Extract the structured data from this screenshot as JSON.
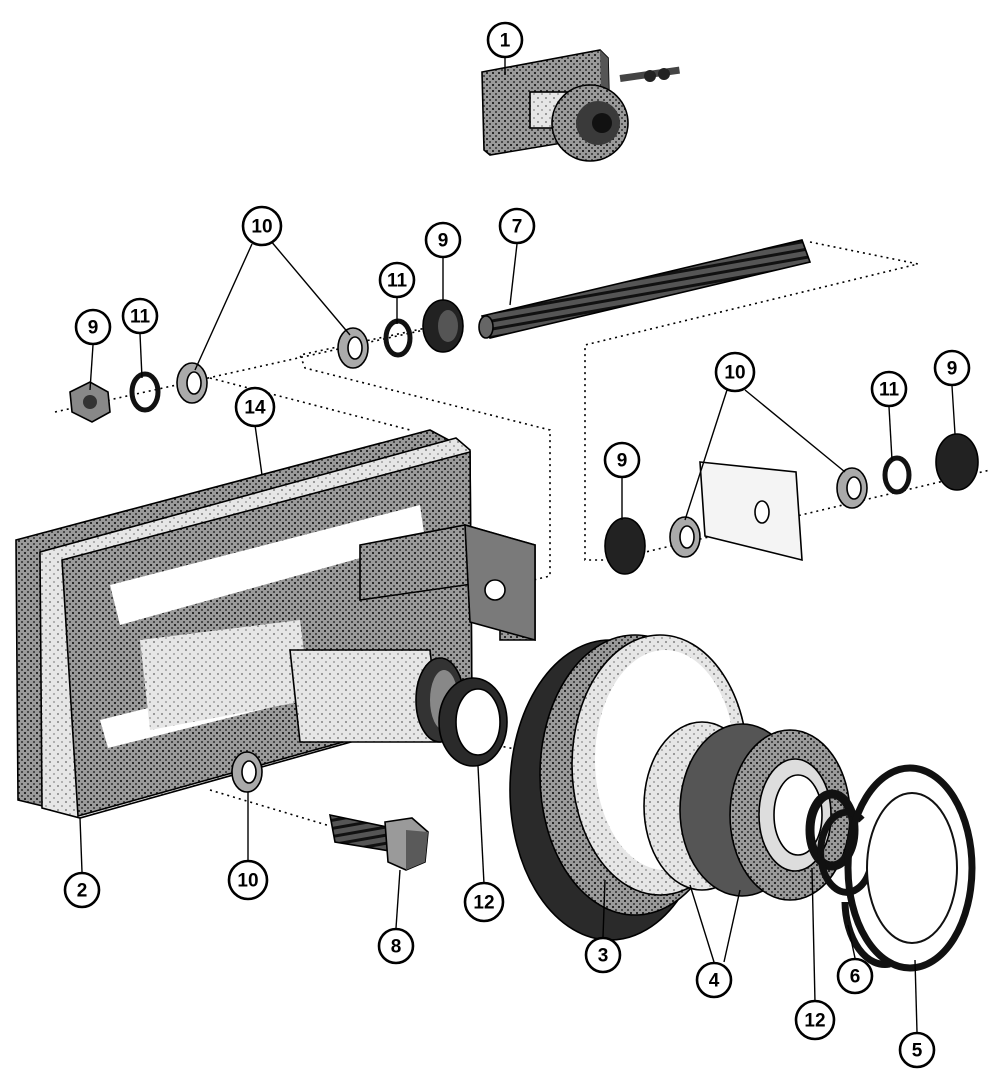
{
  "diagram": {
    "callouts": [
      {
        "id": "c1",
        "label": "1"
      },
      {
        "id": "c2",
        "label": "2"
      },
      {
        "id": "c3",
        "label": "3"
      },
      {
        "id": "c4",
        "label": "4"
      },
      {
        "id": "c5",
        "label": "5"
      },
      {
        "id": "c6",
        "label": "6"
      },
      {
        "id": "c7",
        "label": "7"
      },
      {
        "id": "c8",
        "label": "8"
      },
      {
        "id": "c9a",
        "label": "9"
      },
      {
        "id": "c9b",
        "label": "9"
      },
      {
        "id": "c9c",
        "label": "9"
      },
      {
        "id": "c9d",
        "label": "9"
      },
      {
        "id": "c10a",
        "label": "10"
      },
      {
        "id": "c10b",
        "label": "10"
      },
      {
        "id": "c10c",
        "label": "10"
      },
      {
        "id": "c11a",
        "label": "11"
      },
      {
        "id": "c11b",
        "label": "11"
      },
      {
        "id": "c11c",
        "label": "11"
      },
      {
        "id": "c12a",
        "label": "12"
      },
      {
        "id": "c12b",
        "label": "12"
      },
      {
        "id": "c14",
        "label": "14"
      }
    ],
    "colors": {
      "ink": "#000000",
      "paper": "#ffffff",
      "shade": "#3a3a3a"
    }
  }
}
